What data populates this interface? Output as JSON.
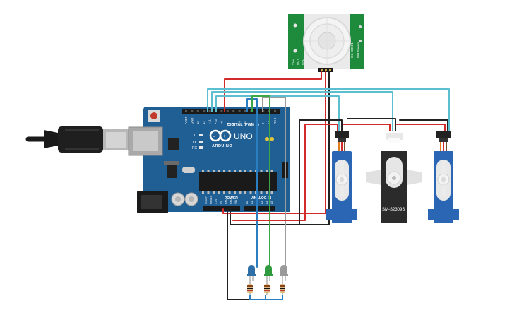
{
  "board": {
    "brand": "ARDUINO",
    "model": "UNO",
    "digital_header": "DIGITAL (PWM ~)",
    "power_header": "POWER",
    "analog_header": "ANALOG IN",
    "pin_labels": [
      "AREF",
      "GND",
      "13",
      "12",
      "~11",
      "~10",
      "~9",
      "8",
      "7",
      "~6",
      "~5",
      "4",
      "~3",
      "2",
      "TX 1",
      "RX 0"
    ],
    "led_labels": [
      "L",
      "TX",
      "RX"
    ],
    "power_pins": [
      "IOREF",
      "RESET",
      "3.3V",
      "5V",
      "GND",
      "GND",
      "VIN"
    ],
    "analog_pins": [
      "A0",
      "A1",
      "A2",
      "A3",
      "A4",
      "A5"
    ]
  },
  "sensor": {
    "label_left": "HC-SR501",
    "label_right": "PIR Sensor",
    "pins": [
      "VCC",
      "OUT",
      "GND"
    ]
  },
  "servo_middle": {
    "model": "SM-S2309S"
  },
  "colors": {
    "board": "#1f5f94",
    "sensor_pcb": "#1d8a3c",
    "servo_blue": "#2a66b3",
    "servo_black": "#2b2b2b",
    "wire_red": "#d32a2a",
    "wire_black": "#222222",
    "wire_cyan": "#5bbfcf",
    "wire_green": "#3aa845",
    "wire_blue": "#2b7fc1",
    "wire_grey": "#9c9c9c"
  },
  "leds": [
    "blue-led",
    "green-led",
    "white-led"
  ]
}
